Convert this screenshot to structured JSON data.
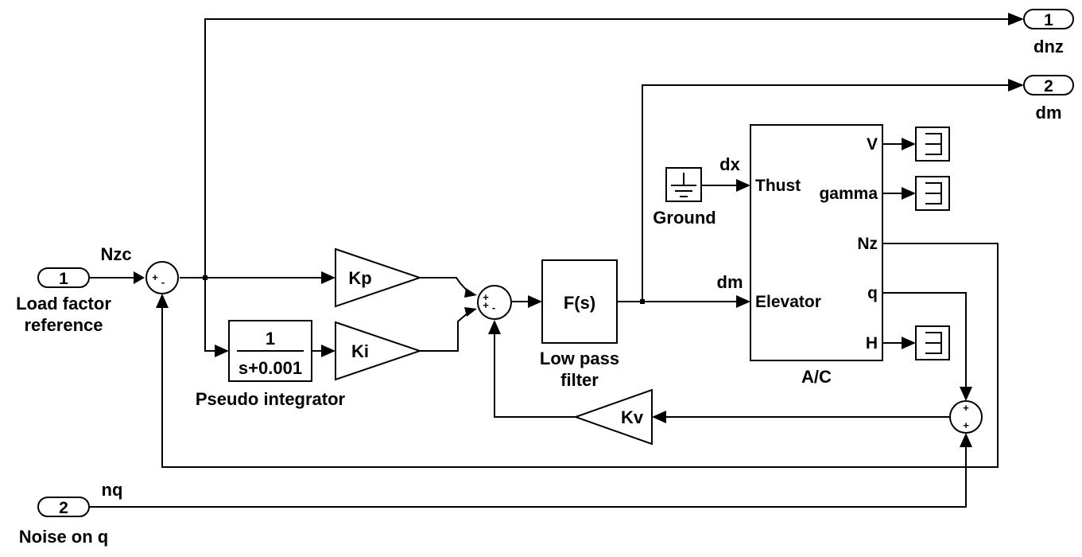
{
  "inports": [
    {
      "num": "1",
      "name_line1": "Load factor",
      "name_line2": "reference",
      "signal": "Nzc"
    },
    {
      "num": "2",
      "name_line1": "Noise on q",
      "signal": "nq"
    }
  ],
  "outports": [
    {
      "num": "1",
      "name": "dnz"
    },
    {
      "num": "2",
      "name": "dm"
    }
  ],
  "sum_signs": {
    "sum1": [
      "+",
      "-"
    ],
    "sum2": [
      "+",
      "+",
      "-"
    ],
    "sum3": [
      "+",
      "+"
    ]
  },
  "gains": {
    "kp": "Kp",
    "ki": "Ki",
    "kv": "Kv"
  },
  "integrator": {
    "numerator": "1",
    "denominator": "s+0.001",
    "label": "Pseudo integrator"
  },
  "filter": {
    "text": "F(s)",
    "label_line1": "Low pass",
    "label_line2": "filter"
  },
  "ground": {
    "label": "Ground",
    "signal": "dx"
  },
  "elevator_signal": "dm",
  "aircraft": {
    "label": "A/C",
    "inputs": [
      "Thust",
      "Elevator"
    ],
    "outputs": [
      "V",
      "gamma",
      "Nz",
      "q",
      "H"
    ]
  }
}
